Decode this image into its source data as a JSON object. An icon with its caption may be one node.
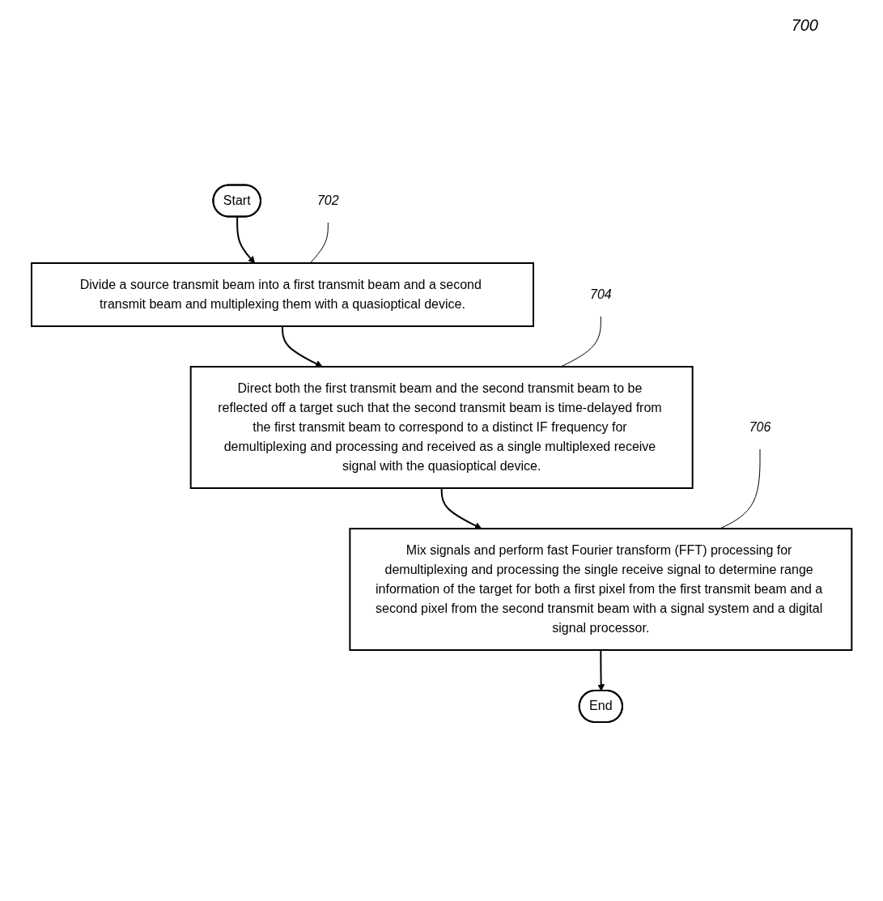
{
  "diagram": {
    "nodes": [
      {
        "text": [
          "Start"
        ]
      },
      {
        "text": [
          "Divide a source transmit beam into a first transmit beam and a second transmit beam and multiplexing them with a quasioptical device."
        ]
      },
      {
        "text": [
          "Direct both the first transmit beam and the second transmit beam to be reflected off a target such that the second transmit beam is time-delayed from the first transmit beam to correspond to a distinct IF frequency for demultiplexing and processing and received as a single multiplexed receive signal with the quasioptical device."
        ]
      },
      {
        "text": [
          "Mix signals and perform fast Fourier transform (FFT) processing for demultiplexing and processing the single receive signal to determine range information of the target for both a first pixel from the first transmit beam and a second pixel from the second transmit beam with a signal system and a digital signal processor."
        ]
      },
      {
        "text": [
          "End"
        ]
      },
      {
        "text": [
          "702"
        ]
      },
      {
        "text": [
          "704"
        ]
      },
      {
        "text": [
          "706"
        ]
      }
    ],
    "edges": [
      {
        "from": 0,
        "to": 1,
        "arrow": "to"
      },
      {
        "from": 1,
        "to": 2,
        "arrow": "to"
      },
      {
        "from": 2,
        "to": 3,
        "arrow": "to"
      },
      {
        "from": 3,
        "to": 4,
        "arrow": "to"
      },
      {
        "from": 5,
        "to": 1,
        "arrow": "none"
      },
      {
        "from": 6,
        "to": 2,
        "arrow": "none"
      },
      {
        "from": 7,
        "to": 3,
        "arrow": "none"
      }
    ],
    "labels": [
      "700"
    ]
  }
}
